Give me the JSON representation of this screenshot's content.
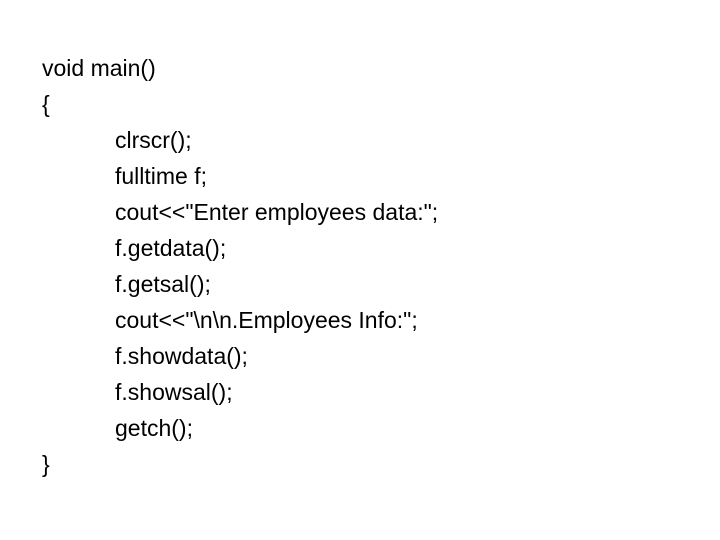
{
  "code": {
    "lines": [
      {
        "text": "void main()",
        "indent": 0
      },
      {
        "text": "{",
        "indent": 0
      },
      {
        "text": "clrscr();",
        "indent": 1
      },
      {
        "text": "fulltime f;",
        "indent": 1
      },
      {
        "text": "cout<<\"Enter employees data:\";",
        "indent": 1
      },
      {
        "text": "f.getdata();",
        "indent": 1
      },
      {
        "text": "f.getsal();",
        "indent": 1
      },
      {
        "text": "cout<<\"\\n\\n.Employees Info:\";",
        "indent": 1
      },
      {
        "text": "f.showdata();",
        "indent": 1
      },
      {
        "text": "f.showsal();",
        "indent": 1
      },
      {
        "text": "getch();",
        "indent": 1
      },
      {
        "text": "}",
        "indent": 0
      }
    ]
  }
}
